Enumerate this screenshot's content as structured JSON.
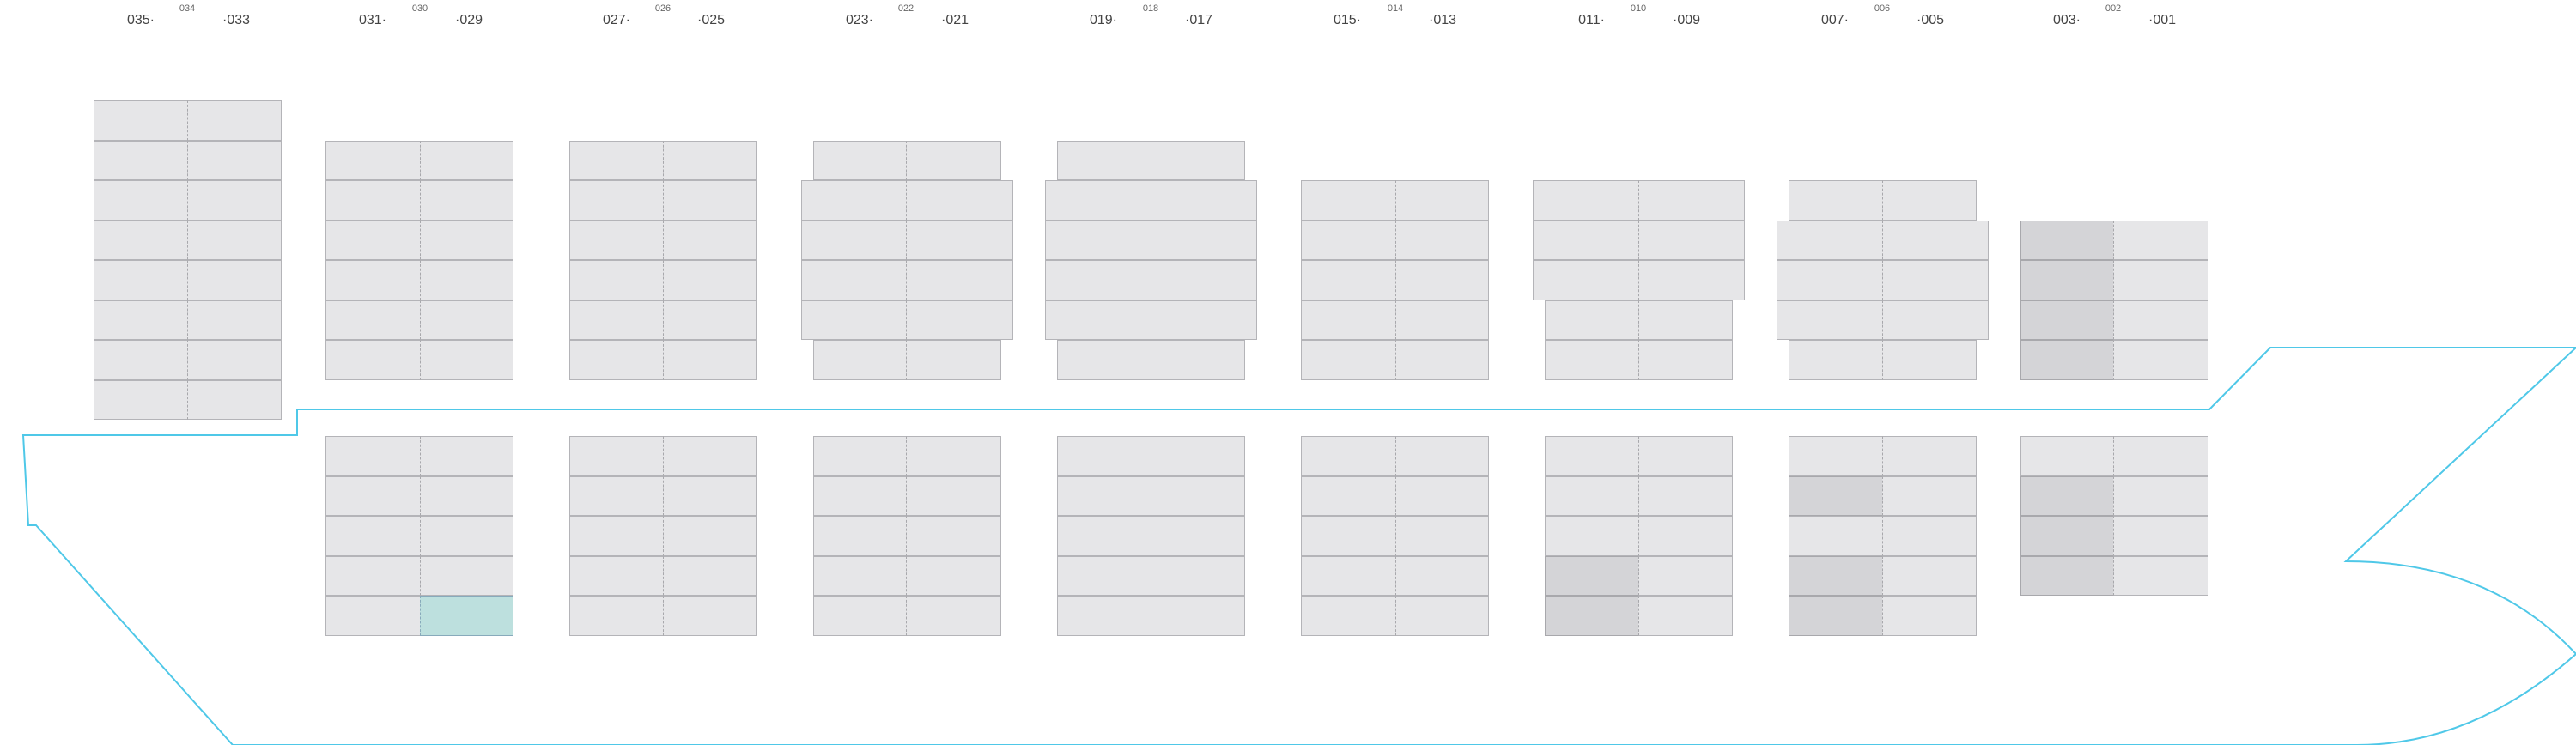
{
  "bays": [
    {
      "left": "035",
      "mid": "034",
      "right": "033"
    },
    {
      "left": "031",
      "mid": "030",
      "right": "029"
    },
    {
      "left": "027",
      "mid": "026",
      "right": "025"
    },
    {
      "left": "023",
      "mid": "022",
      "right": "021"
    },
    {
      "left": "019",
      "mid": "018",
      "right": "017"
    },
    {
      "left": "015",
      "mid": "014",
      "right": "013"
    },
    {
      "left": "011",
      "mid": "010",
      "right": "009"
    },
    {
      "left": "007",
      "mid": "006",
      "right": "005"
    },
    {
      "left": "003",
      "mid": "002",
      "right": "001"
    }
  ],
  "colors": {
    "hull_outline": "#4fc8e8",
    "empty_slot": "#e6e6e8",
    "occupied_slot": "#d4d4d7",
    "selected_slot": "#bde0de"
  }
}
